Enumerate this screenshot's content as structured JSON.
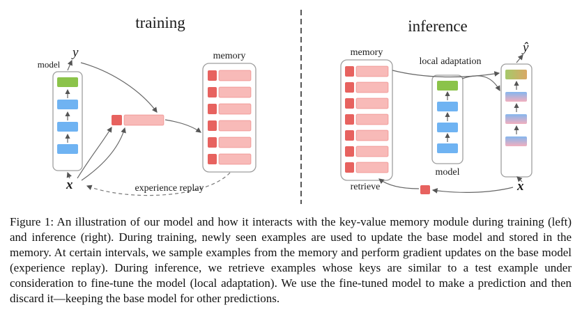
{
  "figure": {
    "training": {
      "title": "training",
      "model_label": "model",
      "output_label": "y",
      "input_label": "x",
      "memory_label": "memory",
      "replay_label": "experience replay"
    },
    "inference": {
      "title": "inference",
      "memory_label": "memory",
      "local_adaptation_label": "local adaptation",
      "model_label": "model",
      "retrieve_label": "retrieve",
      "output_label": "ŷ",
      "input_label": "x"
    },
    "colors": {
      "green": "#8bc34a",
      "blue": "#6fb3f2",
      "key_red": "#e7625f",
      "value_pink": "#f8bab8",
      "grad_green": "#a5c96a",
      "grad_orange": "#d9a866",
      "grad_blue": "#85b6ee",
      "grad_pink": "#f2afbe"
    }
  },
  "caption": {
    "label": "Figure 1:",
    "text": "An illustration of our model and how it interacts with the key-value memory module during training (left) and inference (right). During training, newly seen examples are used to update the base model and stored in the memory. At certain intervals, we sample examples from the memory and perform gradient updates on the base model (experience replay). During inference, we retrieve examples whose keys are similar to a test example under consideration to fine-tune the model (local adaptation). We use the fine-tuned model to make a prediction and then discard it—keeping the base model for other predictions."
  }
}
